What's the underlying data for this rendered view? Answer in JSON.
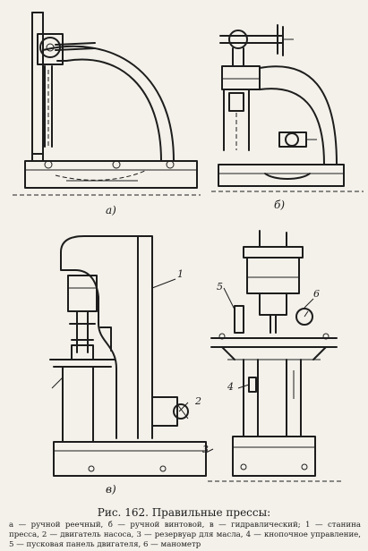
{
  "figure": {
    "labels": {
      "a": "а)",
      "b": "б)",
      "v": "в)"
    },
    "callouts": [
      "1",
      "2",
      "3",
      "4",
      "5",
      "6"
    ]
  },
  "caption": {
    "title": "Рис. 162. Правильные прессы:",
    "text": "а — ручной реечный, б — ручной винтовой, в — гидравлический; 1 — станина пресса, 2 — двигатель насоса, 3 — резервуар для масла, 4 — кнопочное управление, 5 — пусковая панель двигателя, 6 — манометр"
  }
}
